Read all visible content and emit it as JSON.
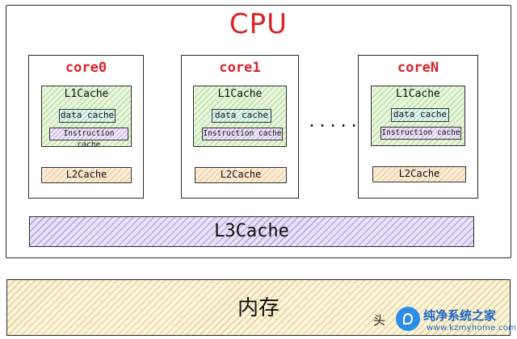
{
  "cpu": {
    "title": "CPU"
  },
  "cores": [
    {
      "title": "core0",
      "l1_label": "L1Cache",
      "data_cache": "data cache",
      "instruction_cache": "Instruction cache",
      "l2_label": "L2Cache"
    },
    {
      "title": "core1",
      "l1_label": "L1Cache",
      "data_cache": "data cache",
      "instruction_cache": "Instruction cache",
      "l2_label": "L2Cache"
    },
    {
      "title": "coreN",
      "l1_label": "L1Cache",
      "data_cache": "data cache",
      "instruction_cache": "Instruction cache",
      "l2_label": "L2Cache"
    }
  ],
  "ellipsis": ".......",
  "l3": {
    "label": "L3Cache"
  },
  "memory": {
    "label": "内存"
  },
  "watermark": {
    "prefix": "头",
    "site_name": "纯净系统之家",
    "url": "www.kzmyhome.com"
  }
}
